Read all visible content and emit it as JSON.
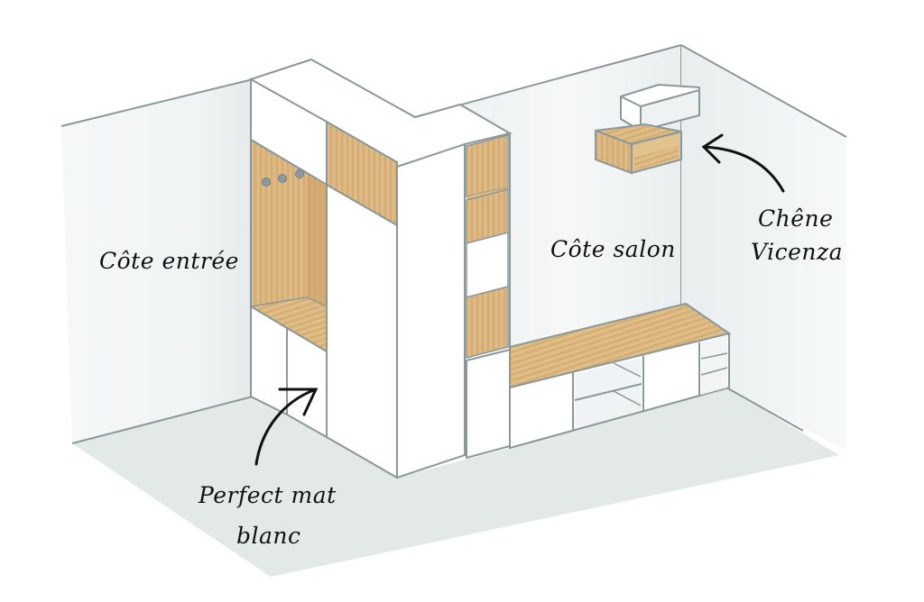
{
  "figure": {
    "description": "Isometric illustration of a corner storage furniture unit separating entrance and living room",
    "colors": {
      "wall": "#f4f6f6",
      "wall_shade": "#e8eceb",
      "floor": "#e3eae8",
      "outline": "#8a9899",
      "panel_white": "#ffffff",
      "oak": "#d9b27a",
      "oak_dark": "#c99c5f",
      "annotation_ink": "#111111",
      "hook": "#8a9aa3"
    }
  },
  "annotations": {
    "entrance_side": "Côte entrée",
    "living_side": "Côte salon",
    "oak_finish_line1": "Chêne",
    "oak_finish_line2": "Vicenza",
    "white_finish_line1": "Perfect mat",
    "white_finish_line2": "blanc"
  },
  "icons": {
    "arrow_to_shelf": "curved-arrow-left",
    "arrow_to_cabinet": "curved-arrow-up-right",
    "coat_hooks": "hook-icon x3"
  }
}
